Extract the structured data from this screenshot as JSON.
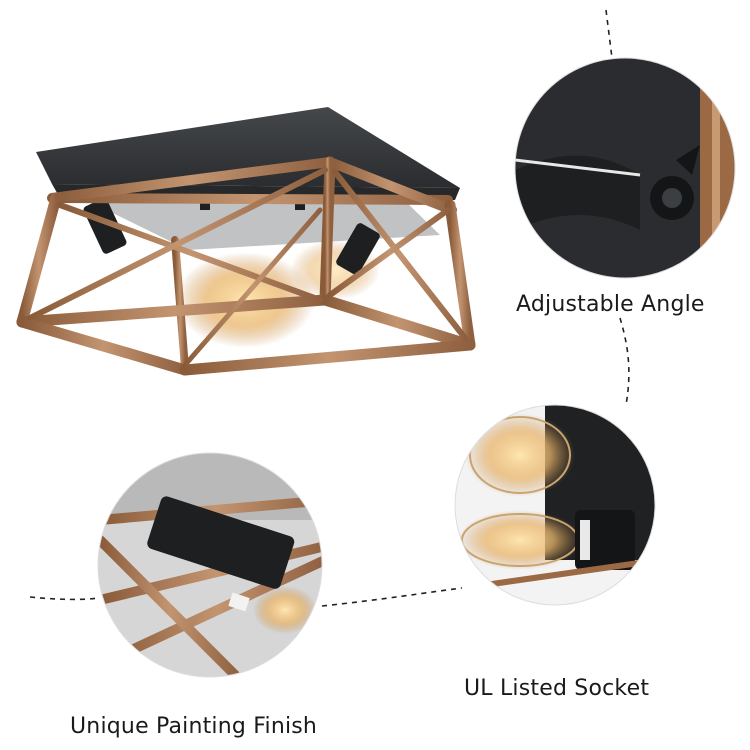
{
  "callouts": {
    "adjustable_angle": "Adjustable Angle",
    "ul_listed_socket": "UL Listed Socket",
    "unique_painting_finish": "Unique Painting Finish"
  },
  "colors": {
    "wood": "#9b6a45",
    "wood_light": "#c79a72",
    "metal": "#3a3d40",
    "metal_dark": "#1d1f21",
    "bulb_glow": "#e8b56a",
    "dash": "#222222"
  },
  "icons": {
    "fixture": "ceiling-light-fixture",
    "bulb": "edison-bulb",
    "socket": "lamp-socket"
  }
}
